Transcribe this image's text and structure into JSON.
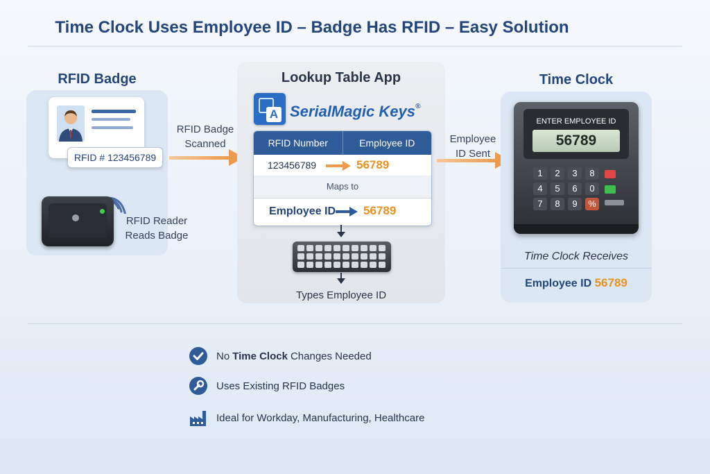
{
  "title": "Time Clock Uses Employee ID – Badge Has RFID – Easy Solution",
  "badge_panel": {
    "title": "RFID Badge",
    "rfid_tag": "RFID # 123456789",
    "reader_label": [
      "RFID Reader",
      "Reads Badge"
    ]
  },
  "arrow1_label": [
    "RFID Badge",
    "Scanned"
  ],
  "lookup_panel": {
    "title": "Lookup Table App",
    "brand": "SerialMagic Keys",
    "brand_trademark": "®",
    "logo_letter": "A",
    "table_headers": [
      "RFID Number",
      "Employee ID"
    ],
    "rfid_value": "123456789",
    "emp_value": "56789",
    "maps_to": "Maps to",
    "mapped_label": "Employee ID",
    "mapped_value": "56789",
    "types_label": "Types Employee ID"
  },
  "arrow2_label": [
    "Employee",
    "ID Sent"
  ],
  "clock_panel": {
    "title": "Time Clock",
    "screen_label": "ENTER EMPLOYEE ID",
    "screen_value": "56789",
    "keys": [
      "1",
      "2",
      "3",
      "8",
      "4",
      "5",
      "6",
      "0",
      "7",
      "8",
      "9",
      "%"
    ],
    "receives": "Time Clock Receives",
    "result_label": "Employee ID",
    "result_value": "56789"
  },
  "bullets": [
    {
      "pre": "No ",
      "bold": "Time Clock",
      "post": " Changes Needed",
      "icon": "check-circle-icon"
    },
    {
      "pre": "Uses Existing RFID Badges",
      "bold": "",
      "post": "",
      "icon": "wrench-icon"
    },
    {
      "pre": "Ideal for Workday, Manufacturing, Healthcare",
      "bold": "",
      "post": "",
      "icon": "factory-icon"
    }
  ],
  "colors": {
    "navy": "#23457a",
    "orange": "#e89224",
    "header_blue": "#2f5b98"
  }
}
